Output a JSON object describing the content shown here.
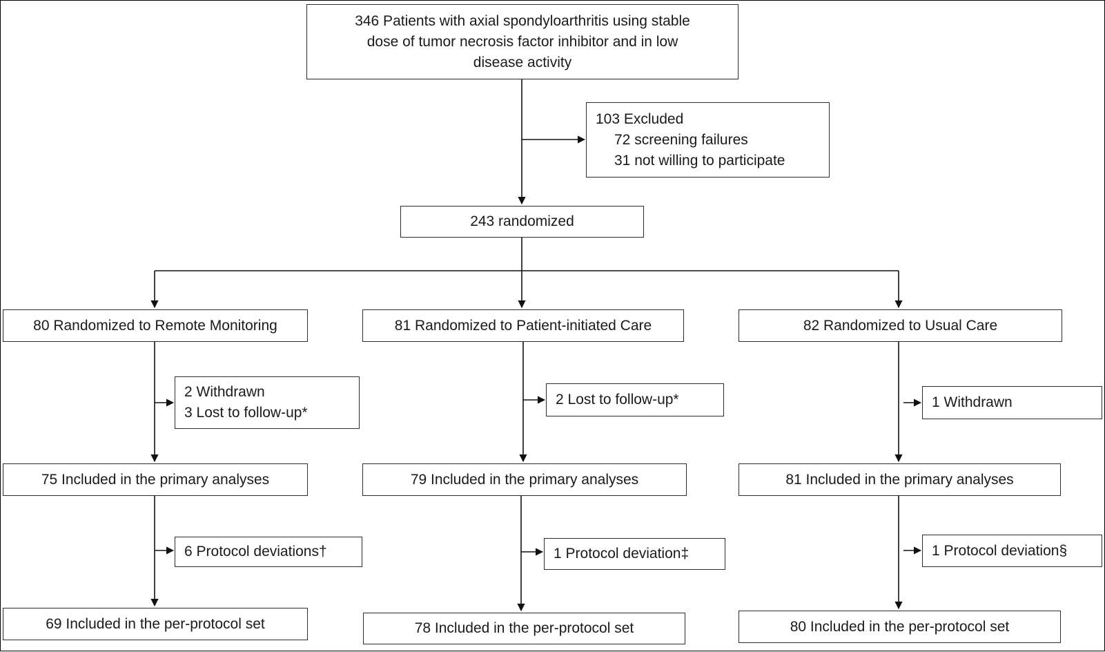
{
  "top": {
    "lines": [
      "346 Patients with axial spondyloarthritis using stable",
      "dose of tumor necrosis factor inhibitor and in low",
      "disease activity"
    ]
  },
  "excluded": {
    "title": "103 Excluded",
    "items": [
      "72 screening failures",
      "31 not willing to participate"
    ]
  },
  "randomized": "243 randomized",
  "arms": [
    {
      "allocation": "80 Randomized to Remote Monitoring",
      "attrition": [
        "2 Withdrawn",
        "3 Lost to follow-up*"
      ],
      "primary": "75 Included in the primary analyses",
      "deviation": "6 Protocol deviations†",
      "per_protocol": "69 Included in the per-protocol set"
    },
    {
      "allocation": "81 Randomized to Patient-initiated Care",
      "attrition": [
        "2 Lost to follow-up*"
      ],
      "primary": "79 Included in the primary analyses",
      "deviation": "1 Protocol deviation‡",
      "per_protocol": "78 Included in the per-protocol set"
    },
    {
      "allocation": "82 Randomized to Usual Care",
      "attrition": [
        "1 Withdrawn"
      ],
      "primary": "81 Included in the primary analyses",
      "deviation": "1 Protocol deviation§",
      "per_protocol": "80 Included in the per-protocol set"
    }
  ]
}
